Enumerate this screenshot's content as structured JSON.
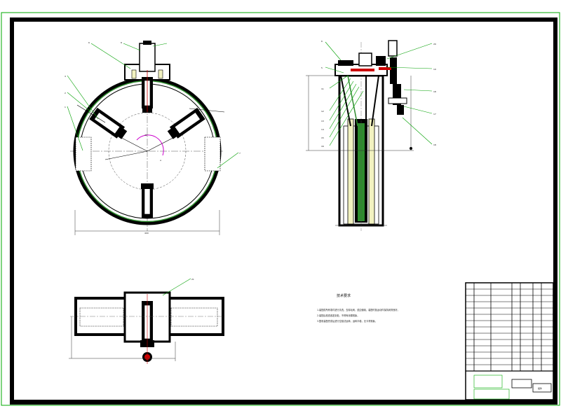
{
  "drawing": {
    "colors": {
      "outer_frame": "#00aa00",
      "inner_frame": "#000000",
      "part": "#000000",
      "leader": "#00a000",
      "dimension": "#333333",
      "centerline": "#555555",
      "highlight": "#cc0000",
      "angle_mark": "#cc00cc",
      "fill_green": "#2e8b2e",
      "fill_yellow": "#f2f2c0"
    },
    "front_view": {
      "callouts": [
        "1",
        "2",
        "4",
        "6",
        "8",
        "7"
      ],
      "angle_text": "45°",
      "width_dim": "400"
    },
    "side_view": {
      "callouts_left": [
        "6",
        "5",
        "11",
        "12",
        "13",
        "14",
        "15",
        "16"
      ],
      "callouts_right": [
        "20",
        "19",
        "18",
        "17",
        "18"
      ]
    },
    "top_view": {
      "callouts": [
        "21"
      ]
    },
    "technical_notes": {
      "heading": "技术要求",
      "lines": [
        "1.装配前所有零件进行清洗，去除毛刺、锐边倒钝，装配时各运动件保持润滑良好。",
        "2.装配后检查各密封处，不得有渗漏现象。",
        "3.整机装配完成后进行空载试运转，运转平稳，无卡滞现象。"
      ]
    },
    "title_block": {
      "name_cell": "组件",
      "rows": 14
    }
  }
}
